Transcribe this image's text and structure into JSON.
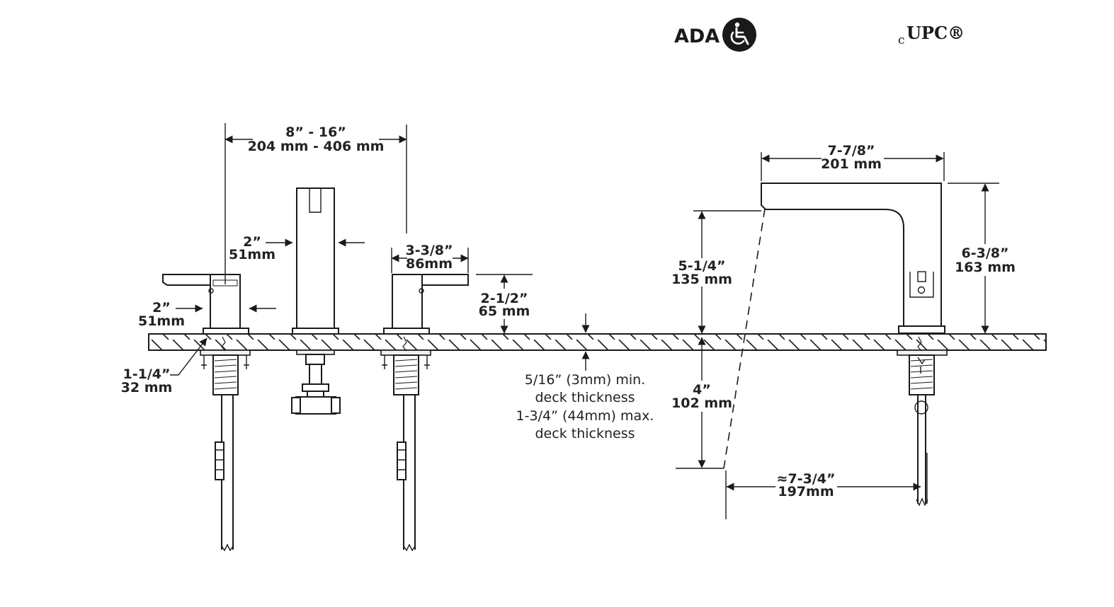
{
  "certifications": {
    "ada_label": "ADA",
    "ada_icon": "wheelchair-accessibility-icon",
    "upc_prefix": "c",
    "upc_label": "UPC®"
  },
  "dimensions": {
    "handle_spread": {
      "imperial": "8” - 16”",
      "metric": "204 mm - 406 mm"
    },
    "diverter_width": {
      "imperial": "2”",
      "metric": "51mm"
    },
    "handle_body_width": {
      "imperial": "2”",
      "metric": "51mm"
    },
    "handle_lever_length": {
      "imperial": "3-3/8”",
      "metric": "86mm"
    },
    "handle_height": {
      "imperial": "2-1/2”",
      "metric": "65 mm"
    },
    "shank_diameter": {
      "imperial": "1-1/4”",
      "metric": "32 mm"
    },
    "spout_reach": {
      "imperial": "7-7/8”",
      "metric": "201 mm"
    },
    "spout_height": {
      "imperial": "6-3/8”",
      "metric": "163 mm"
    },
    "spout_clearance": {
      "imperial": "5-1/4”",
      "metric": "135 mm"
    },
    "below_deck": {
      "imperial": "4”",
      "metric": "102 mm"
    },
    "spout_projection": {
      "imperial": "≈7-3/4”",
      "metric": "197mm"
    }
  },
  "deck_note": [
    "5/16” (3mm) min.",
    "deck thickness",
    "1-3/4” (44mm) max.",
    "deck thickness"
  ]
}
